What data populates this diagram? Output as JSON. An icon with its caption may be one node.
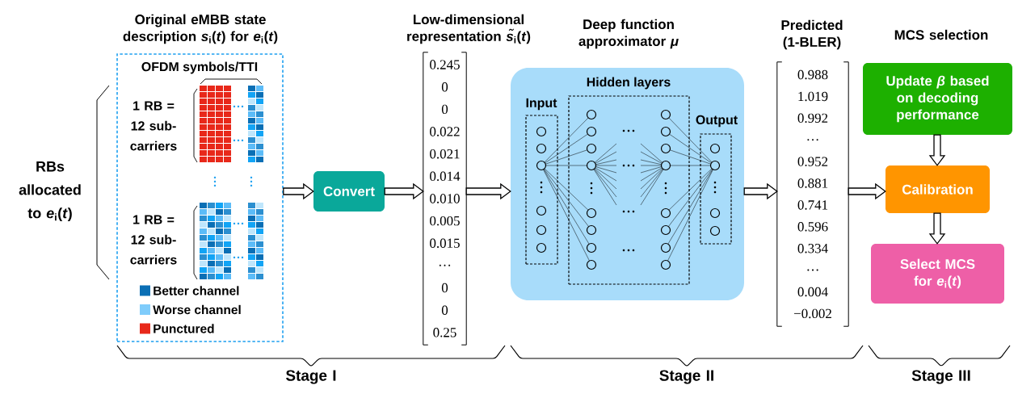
{
  "diagram": {
    "nodes": [
      {
        "text": [
          "Original eMBB state description *s*$_{i}$(*t*) for *e*$_{i}$(*t*)",
          "OFDM symbols/TTI"
        ]
      },
      {
        "text": [
          "Convert"
        ]
      },
      {
        "text": [
          "Low-dimensional representation *s̃*$_{i}$(*t*)",
          "0.245",
          "0",
          "0",
          "0.022",
          "0.021",
          "0.014",
          "0.010",
          "0.005",
          "0.015",
          "···",
          "0",
          "0",
          "0.25"
        ]
      },
      {
        "text": [
          "Deep function approximator *μ*"
        ]
      },
      {
        "text": [
          "Input"
        ],
        "in": 3
      },
      {
        "text": [
          "Hidden layers"
        ],
        "in": 3
      },
      {
        "text": [
          "Output"
        ],
        "in": 3
      },
      {
        "text": [
          "Predicted (1-BLER)",
          "0.988",
          "1.019",
          "0.992",
          "···",
          "0.952",
          "0.881",
          "0.741",
          "0.596",
          "0.334",
          "···",
          "0.004",
          "−0.002"
        ]
      },
      {
        "text": [
          "Update *β* based on decoding performance"
        ]
      },
      {
        "text": [
          "Calibration"
        ]
      },
      {
        "text": [
          "Select MCS for *e*$_{i}$(*t*)"
        ]
      }
    ],
    "edges": [
      {
        "from": 0,
        "to": 1,
        "arrow": "to"
      },
      {
        "from": 1,
        "to": 2,
        "arrow": "to"
      },
      {
        "from": 2,
        "to": 3,
        "arrow": "to"
      },
      {
        "from": 3,
        "to": 7,
        "arrow": "to"
      },
      {
        "from": 7,
        "to": 9,
        "arrow": "to"
      },
      {
        "from": 8,
        "to": 9,
        "arrow": "to"
      },
      {
        "from": 9,
        "to": 10,
        "arrow": "to"
      }
    ],
    "labels": [
      "MCS selection",
      "RBs allocated to *e*$_{i}$(*t*)",
      "1 RB = 12 sub-carriers",
      "1 RB = 12 sub-carriers",
      "Stage I",
      "Stage II",
      "Stage III"
    ],
    "legend": [
      {
        "text": "Better channel",
        "color": "#0a6fb5"
      },
      {
        "text": "Worse channel",
        "color": "#7fccfb"
      },
      {
        "text": "Punctured",
        "color": "#e8281a"
      }
    ]
  }
}
